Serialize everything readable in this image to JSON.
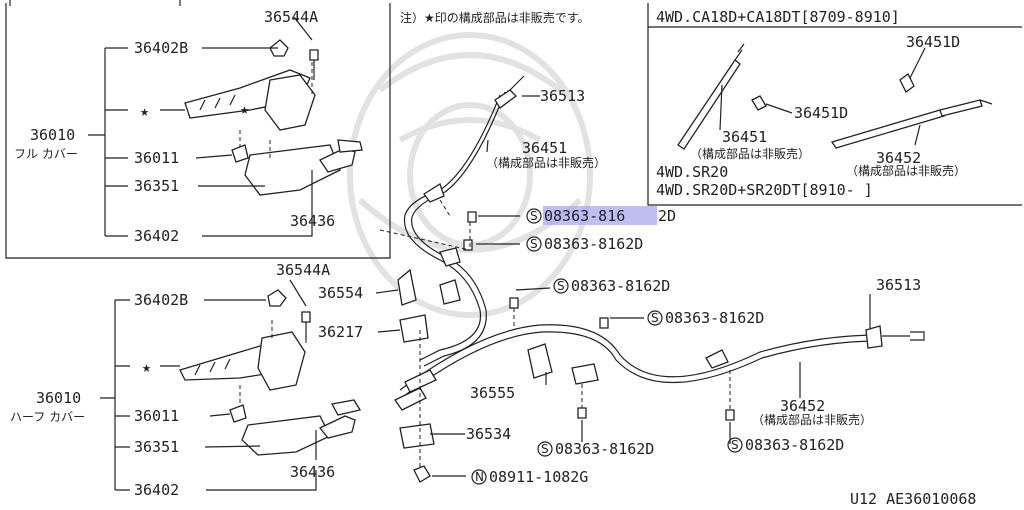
{
  "note": "注）★印の構成部品は非販売です。",
  "inset": {
    "title1": "4WD.CA18D+CA18DT[8709-8910]",
    "title2a": "4WD.SR20",
    "title2b": "4WD.SR20D+SR20DT[8910-   ]",
    "lbl_36451D_top": "36451D",
    "lbl_36451D_mid": "36451D",
    "lbl_36451": "36451",
    "lbl_36451_note": "（構成部品は非販売）",
    "lbl_36452": "36452",
    "lbl_36452_note": "（構成部品は非販売）"
  },
  "upper": {
    "lbl_36544A": "36544A",
    "lbl_36402B": "36402B",
    "star": "★",
    "lbl_36010": "36010",
    "lbl_full_cover": "フル カバー",
    "lbl_36011": "36011",
    "lbl_36351": "36351",
    "lbl_36436": "36436",
    "lbl_36402": "36402"
  },
  "lower": {
    "lbl_36544A": "36544A",
    "lbl_36402B": "36402B",
    "star": "★",
    "lbl_36010": "36010",
    "lbl_half_cover": "ハーフ カバー",
    "lbl_36011": "36011",
    "lbl_36351": "36351",
    "lbl_36436": "36436",
    "lbl_36402": "36402"
  },
  "center": {
    "lbl_36513": "36513",
    "lbl_36451": "36451",
    "lbl_36451_note": "（構成部品は非販売）",
    "bolt_1_prefix": "S",
    "bolt_1_highlight": "08363-816",
    "bolt_1_suffix": "2D",
    "bolt_2": "08363-8162D",
    "lbl_36554": "36554",
    "lbl_36217": "36217",
    "bolt_3": "08363-8162D",
    "bolt_4": "08363-8162D",
    "lbl_36555": "36555",
    "lbl_36534": "36534",
    "bolt_5": "08363-8162D",
    "nut": "08911-1082G",
    "lbl_36513_right": "36513",
    "lbl_36452": "36452",
    "lbl_36452_note": "（構成部品は非販売）",
    "bolt_6": "08363-8162D",
    "s_mark": "S",
    "n_mark": "N"
  },
  "footer": "U12  AE36010068"
}
